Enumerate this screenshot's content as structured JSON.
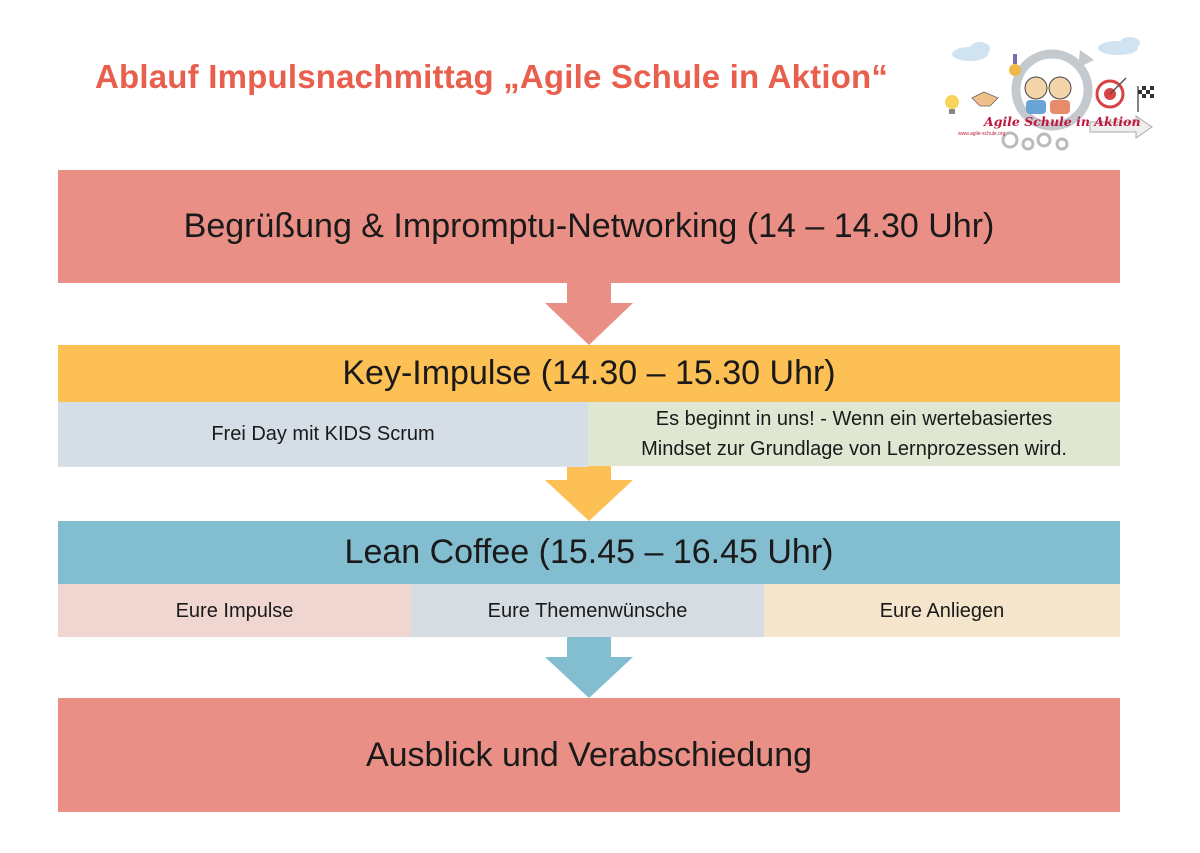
{
  "title": "Ablauf Impulsnachmittag „Agile Schule in Aktion“",
  "logo": {
    "text": "Agile Schule in Aktion",
    "url": "www.agile-schule.org"
  },
  "colors": {
    "title": "#e8604d",
    "salmon": "#ea8f86",
    "yellow": "#fdc055",
    "blue": "#83bdd0"
  },
  "blocks": {
    "welcome": "Begrüßung & Impromptu-Networking (14 – 14.30 Uhr)",
    "key_impulse": "Key-Impulse (14.30 – 15.30 Uhr)",
    "lean_coffee": "Lean Coffee (15.45 – 16.45 Uhr)",
    "outlook": "Ausblick und Verabschiedung"
  },
  "key_impulse_items": {
    "frei_day": "Frei Day mit KIDS Scrum",
    "werte_line1": "Es beginnt in uns! - Wenn ein wertebasiertes",
    "werte_line2": "Mindset zur Grundlage von Lernprozessen wird."
  },
  "lean_coffee_items": {
    "impulse": "Eure Impulse",
    "themen": "Eure Themenwünsche",
    "anliegen": "Eure Anliegen"
  }
}
